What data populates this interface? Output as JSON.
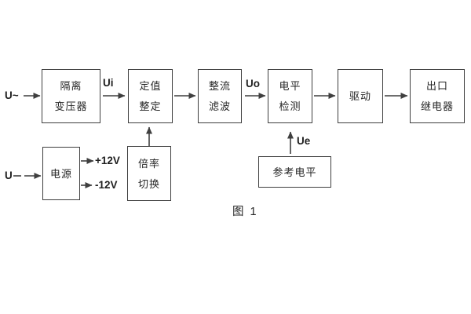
{
  "figure": {
    "caption": "图 1",
    "colors": {
      "line": "#3f3f3f",
      "text": "#262626",
      "background": "#ffffff"
    },
    "blocks": [
      {
        "id": "isolation-transformer",
        "lines": [
          "隔离",
          "变压器"
        ]
      },
      {
        "id": "setting-adjustment",
        "lines": [
          "定值",
          "整定"
        ]
      },
      {
        "id": "rectifier-filter",
        "lines": [
          "整流",
          "滤波"
        ]
      },
      {
        "id": "level-detection",
        "lines": [
          "电平",
          "检测"
        ]
      },
      {
        "id": "driver",
        "lines": [
          "驱动"
        ]
      },
      {
        "id": "output-relay",
        "lines": [
          "出口",
          "继电器"
        ]
      },
      {
        "id": "power-supply",
        "lines": [
          "电源"
        ]
      },
      {
        "id": "multiplier-switch",
        "lines": [
          "倍率",
          "切换"
        ]
      },
      {
        "id": "reference-level",
        "lines": [
          "参考电平"
        ]
      }
    ],
    "labels": {
      "ac_input": "U~",
      "dc_input": "U",
      "ui": "Ui",
      "uo": "Uo",
      "ue": "Ue",
      "plus_rail": "+12V",
      "minus_rail": "-12V"
    }
  }
}
